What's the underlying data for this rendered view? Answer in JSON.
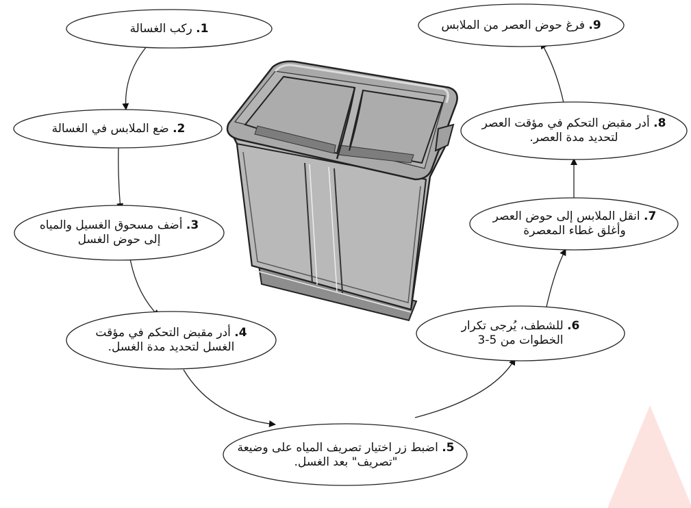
{
  "steps": [
    {
      "num": "1.",
      "text": "ركب الغسالة"
    },
    {
      "num": "2.",
      "text": "ضع الملابس في الغسالة"
    },
    {
      "num": "3.",
      "text": "أضف مسحوق الغسيل والمياه إلى حوض الغسل"
    },
    {
      "num": "4.",
      "text": "أدر مقبض التحكم في مؤقت الغسل لتحديد مدة الغسل."
    },
    {
      "num": "5.",
      "text": "اضبط زر اختيار تصريف المياه على وضيعة \"تصريف\" بعد الغسل."
    },
    {
      "num": "6.",
      "text": "للشطف، يُرجى تكرار الخطوات من 5-3"
    },
    {
      "num": "7.",
      "text": "انقل الملابس إلى حوض العصر وأغلق غطاء المعصرة"
    },
    {
      "num": "8.",
      "text": "أدر مقبض التحكم في مؤقت العصر لتحديد مدة العصر."
    },
    {
      "num": "9.",
      "text": "فرغ حوض العصر من الملابس"
    }
  ],
  "colors": {
    "outline": "#222222",
    "machine_body": "#b9b9b9",
    "machine_lid": "#a9a9a9",
    "watermark": "#fde3e0"
  },
  "illustration": "twin-tub-washing-machine"
}
